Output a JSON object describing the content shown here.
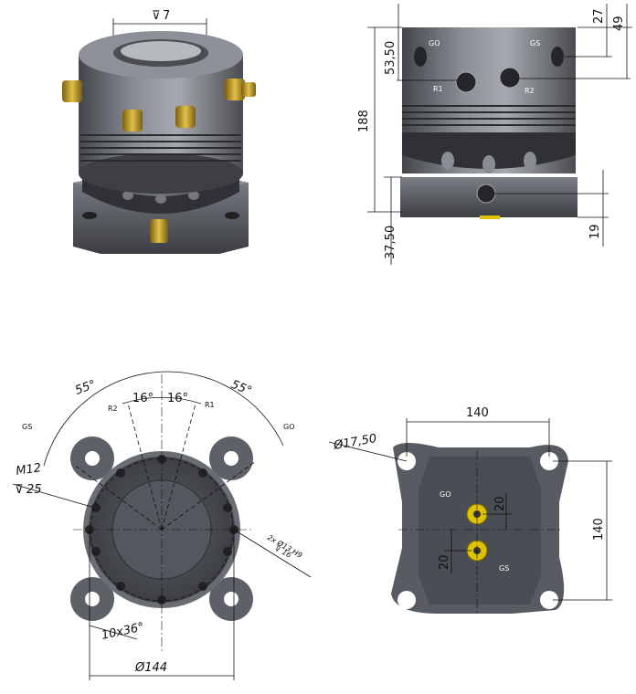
{
  "iso_view": {
    "depth_label": "7"
  },
  "side_view": {
    "port_go": "GO",
    "port_gs": "GS",
    "port_r1": "R1",
    "port_r2": "R2",
    "dim_27": "27",
    "dim_49": "49",
    "dim_53_50": "53,50",
    "dim_188": "188",
    "dim_37_50": "37,50",
    "dim_19": "19"
  },
  "top_view": {
    "angle_55_left": "55°",
    "angle_55_right": "55°",
    "angle_16_left": "16°",
    "angle_16_right": "16°",
    "label_r2": "R2",
    "label_r1": "R1",
    "label_gs": "GS",
    "label_go": "GO",
    "thread_label": "M12",
    "thread_depth": "25",
    "pin_hole_label": "2x Ø13 H9",
    "pin_hole_depth": "16",
    "bolt_pattern": "10x36°",
    "diameter_144": "Ø144"
  },
  "bottom_view": {
    "diameter_17_50": "Ø17,50",
    "dim_140_horizontal": "140",
    "dim_140_vertical": "140",
    "label_go": "GO",
    "label_gs": "GS",
    "dim_20_a": "20",
    "dim_20_b": "20"
  },
  "colors": {
    "steel_dark": "#3d3f45",
    "steel_mid": "#6e7178",
    "steel_light": "#a9acb2",
    "brass": "#c9a227",
    "yellow_port": "#e0c200"
  }
}
